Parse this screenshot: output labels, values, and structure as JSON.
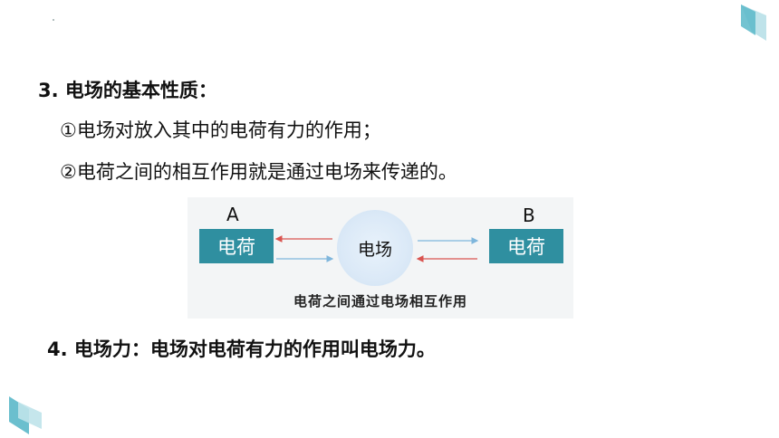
{
  "section3": {
    "heading": "3. 电场的基本性质：",
    "items": [
      "①电场对放入其中的电荷有力的作用；",
      "②电荷之间的相互作用就是通过电场来传递的。"
    ]
  },
  "figure": {
    "label_a": "A",
    "label_b": "B",
    "box_a": "电荷",
    "box_b": "电荷",
    "field": "电场",
    "caption": "电荷之间通过电场相互作用",
    "colors": {
      "box": "#2f8fa0",
      "arrow_red": "#d9534f",
      "arrow_blue": "#7fb6dc"
    }
  },
  "section4": {
    "heading": "4. 电场力：电场对电荷有力的作用叫电场力。"
  },
  "decor": {
    "accent": "#5bb8c9",
    "accent_light": "#bfe3ea"
  }
}
